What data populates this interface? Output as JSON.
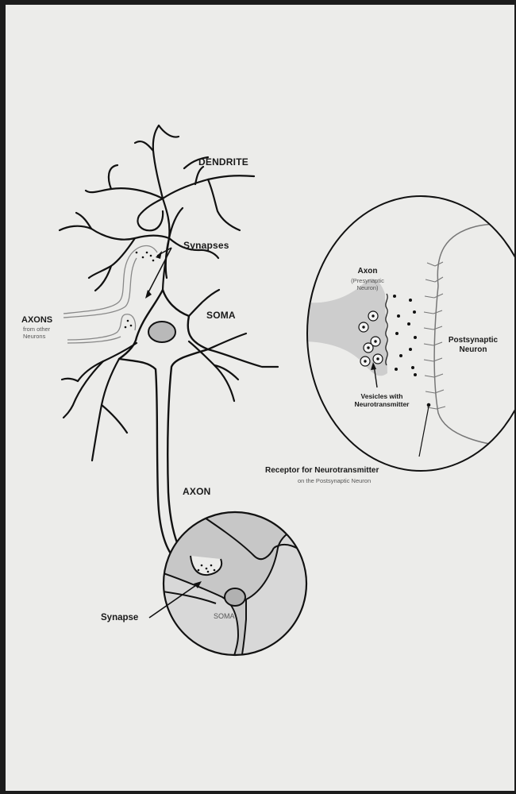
{
  "diagram": {
    "neuron": {
      "dendrite_label": "DENDRITE",
      "synapses_label": "Synapses",
      "soma_label": "SOMA",
      "axon_label": "AXON",
      "axons_label": "AXONS",
      "axons_sublabel_1": "from other",
      "axons_sublabel_2": "Neurons"
    },
    "inset_synapse": {
      "axon_label": "Axon",
      "axon_sublabel_1": "(Presynaptic",
      "axon_sublabel_2": "Neuron)",
      "postsynaptic_label_1": "Postsynaptic",
      "postsynaptic_label_2": "Neuron",
      "vesicles_label_1": "Vesicles with",
      "vesicles_label_2": "Neurotransmitter",
      "receptor_label": "Receptor for Neurotransmitter",
      "receptor_sublabel": "on the Postsynaptic Neuron"
    },
    "inset_target": {
      "synapse_label": "Synapse",
      "soma_label": "SOMA"
    }
  }
}
